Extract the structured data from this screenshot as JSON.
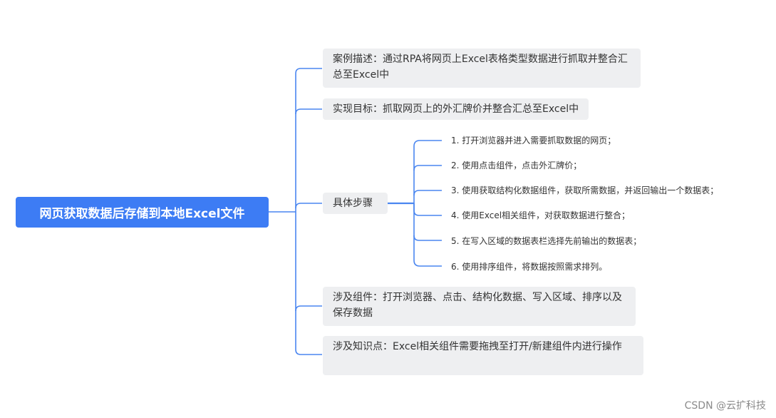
{
  "root": {
    "title": "网页获取数据后存储到本地Excel文件"
  },
  "branches": [
    {
      "text": "案例描述：通过RPA将网页上Excel表格类型数据进行抓取并整合汇总至Excel中"
    },
    {
      "text": "实现目标：抓取网页上的外汇牌价并整合汇总至Excel中"
    },
    {
      "text": "具体步骤",
      "children": [
        {
          "text": "1. 打开浏览器并进入需要抓取数据的网页；"
        },
        {
          "text": "2. 使用点击组件，点击外汇牌价；"
        },
        {
          "text": "3. 使用获取结构化数据组件，获取所需数据，并返回输出一个数据表；"
        },
        {
          "text": "4. 使用Excel相关组件，对获取数据进行整合；"
        },
        {
          "text": "5. 在写入区域的数据表栏选择先前输出的数据表；"
        },
        {
          "text": "6. 使用排序组件，将数据按照需求排列。"
        }
      ]
    },
    {
      "text": "涉及组件：打开浏览器、点击、结构化数据、写入区域、排序以及保存数据"
    },
    {
      "text": "涉及知识点：Excel相关组件需要拖拽至打开/新建组件内进行操作"
    }
  ],
  "watermark": "CSDN @云扩科技",
  "colors": {
    "root_bg": "#3d7cf4",
    "connector": "#4a86f0",
    "node_bg": "#eeeff1",
    "text": "#333333"
  }
}
